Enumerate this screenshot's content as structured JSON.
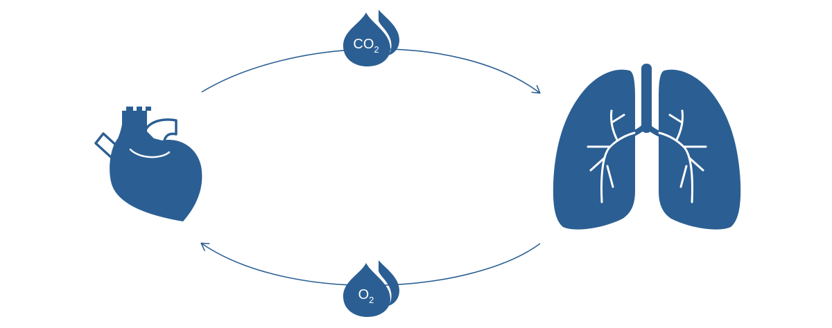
{
  "colors": {
    "primary": "#2b5f93",
    "background": "#ffffff",
    "icon_text": "#ffffff"
  },
  "nodes": {
    "heart": {
      "icon": "heart-icon"
    },
    "lungs": {
      "icon": "lungs-icon"
    }
  },
  "flows": {
    "top": {
      "icon": "droplet-icon",
      "formula_main": "CO",
      "formula_sub": "2",
      "direction": "heart-to-lungs"
    },
    "bottom": {
      "icon": "droplet-icon",
      "formula_main": "O",
      "formula_sub": "2",
      "direction": "lungs-to-heart"
    }
  }
}
